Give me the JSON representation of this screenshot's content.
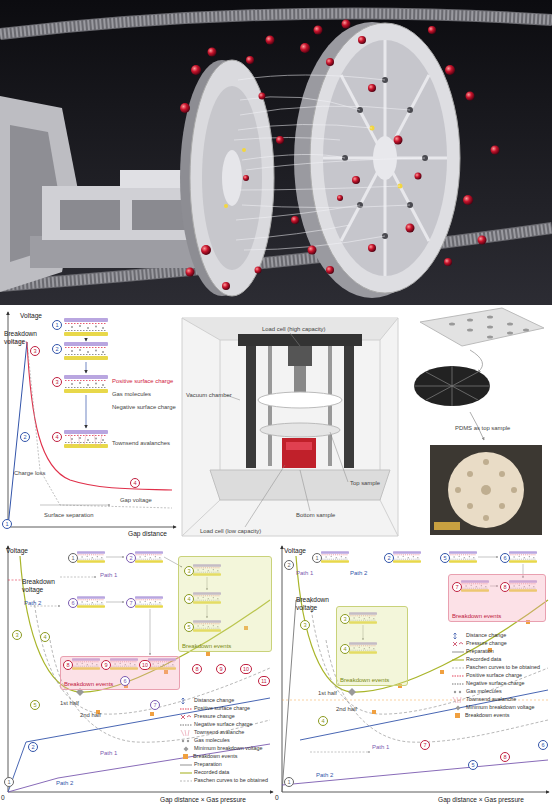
{
  "diagram": {
    "nodes": [
      {
        "text": [
          "Breakdown events"
        ]
      },
      {
        "text": [
          "Breakdown events"
        ]
      },
      {
        "text": [
          "Breakdown events"
        ]
      },
      {
        "text": [
          "Breakdown events"
        ]
      }
    ],
    "labels": [
      "Voltage",
      "Breakdown voltage",
      "1",
      "2",
      "3",
      "4",
      "1",
      "2",
      "3",
      "4",
      "Positive surface charge",
      "Gas molecules",
      "Negative surface charge",
      "Townsend avalanches",
      "Charge loss",
      "Gap voltage",
      "Surface separation",
      "Gap distance",
      "Load cell (high capacity)",
      "Vacuum chamber",
      "Top sample",
      "Bottom sample",
      "Load cell (low capacity)",
      "PDMS as top sample",
      "Voltage",
      "Breakdown voltage",
      "Path 2",
      "Path 1",
      "1st half",
      "2nd half",
      "Path 1",
      "Path 2",
      "0",
      "Gap distance × Gas pressure",
      "1",
      "2",
      "3",
      "4",
      "5",
      "6",
      "7",
      "8",
      "9",
      "10",
      "11",
      "1",
      "2",
      "3",
      "4",
      "5",
      "6",
      "7",
      "8",
      "9",
      "10",
      "Voltage",
      "Breakdown voltage",
      "Path 2",
      "Path 1",
      "1st half",
      "2nd half",
      "Path 1",
      "Path 2",
      "0",
      "Gap distance × Gas pressure",
      "1",
      "2",
      "3",
      "4",
      "5",
      "6",
      "7",
      "8",
      "1",
      "2",
      "5",
      "6",
      "3",
      "4",
      "7",
      "8"
    ],
    "legend": [
      {
        "text": "Distance change"
      },
      {
        "text": "Positive surface charge"
      },
      {
        "text": "Pressure change"
      },
      {
        "text": "Negative surface charge"
      },
      {
        "text": "Townsend avalanche"
      },
      {
        "text": "Gas molecules"
      },
      {
        "text": "Minimum breakdown voltage"
      },
      {
        "text": "Breakdown events",
        "color": "#f0a040"
      },
      {
        "text": "Preparation"
      },
      {
        "text": "Recorded data"
      },
      {
        "text": "Paschen curves to be obtained"
      },
      {
        "text": "Distance change"
      },
      {
        "text": "Pressure change"
      },
      {
        "text": "Preparation"
      },
      {
        "text": "Recorded data"
      },
      {
        "text": "Paschen curves to be obtained"
      },
      {
        "text": "Positive surface charge"
      },
      {
        "text": "Negative surface charge"
      },
      {
        "text": "Gas molecules"
      },
      {
        "text": "Townsend avalanche"
      },
      {
        "text": "Minimum breakdown voltage"
      },
      {
        "text": "Breakdown events",
        "color": "#f0a040"
      }
    ]
  }
}
